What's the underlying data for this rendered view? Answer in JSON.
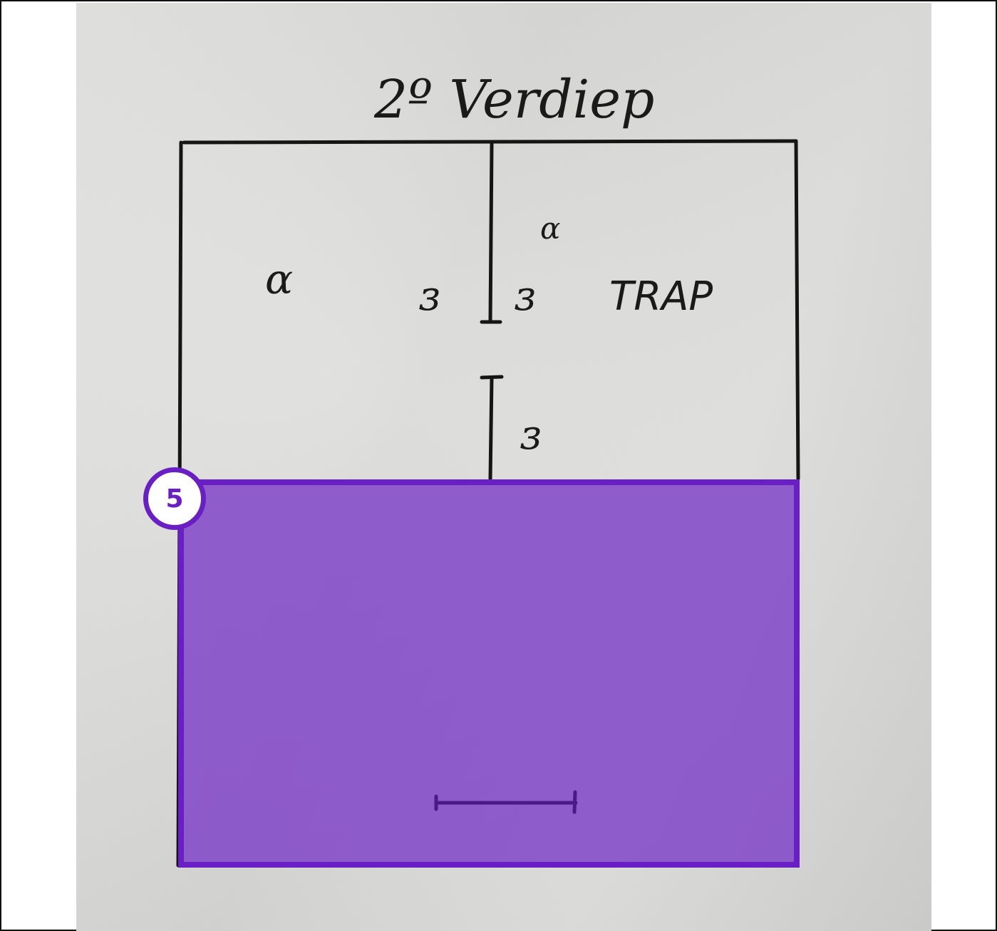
{
  "title": "2º Verdiep",
  "room_labels": {
    "left_room_symbol": "α",
    "left_room_door": "ɜ",
    "right_room_top_symbol": "α",
    "right_room_door": "ɜ",
    "stair_label": "TRAP",
    "lower_door": "ɜ"
  },
  "highlight": {
    "badge_number": "5",
    "color": "#6a1fc4",
    "fill_color": "#7e40c8"
  }
}
